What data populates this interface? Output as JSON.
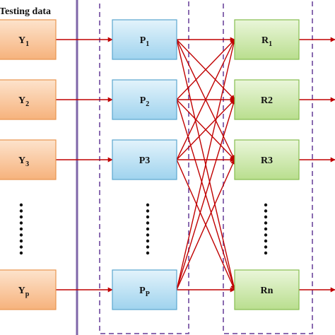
{
  "title": "Testing data",
  "colors": {
    "input_fill_top": "#fde3cc",
    "input_fill_bottom": "#f6b27c",
    "input_stroke": "#e8954f",
    "p_fill_top": "#e3f3fb",
    "p_fill_bottom": "#9fd3ee",
    "p_stroke": "#5aa6cf",
    "r_fill_top": "#eaf6da",
    "r_fill_bottom": "#b9de8e",
    "r_stroke": "#86bd4f",
    "arrow": "#c00000",
    "solid_border": "#7f66a8",
    "dashed_border": "#8a6bb0"
  },
  "inputs": [
    {
      "main": "Y",
      "sub": "1"
    },
    {
      "main": "Y",
      "sub": "2"
    },
    {
      "main": "Y",
      "sub": "3"
    },
    {
      "main": "Y",
      "sub": "p"
    }
  ],
  "p_nodes": [
    {
      "main": "P",
      "sub": "1"
    },
    {
      "main": "P",
      "sub": "2"
    },
    {
      "main": "P3",
      "sub": ""
    },
    {
      "main": "P",
      "sub": "P"
    }
  ],
  "r_nodes": [
    {
      "main": "R",
      "sub": "1"
    },
    {
      "main": "R2",
      "sub": ""
    },
    {
      "main": "R3",
      "sub": ""
    },
    {
      "main": "Rn",
      "sub": ""
    }
  ]
}
